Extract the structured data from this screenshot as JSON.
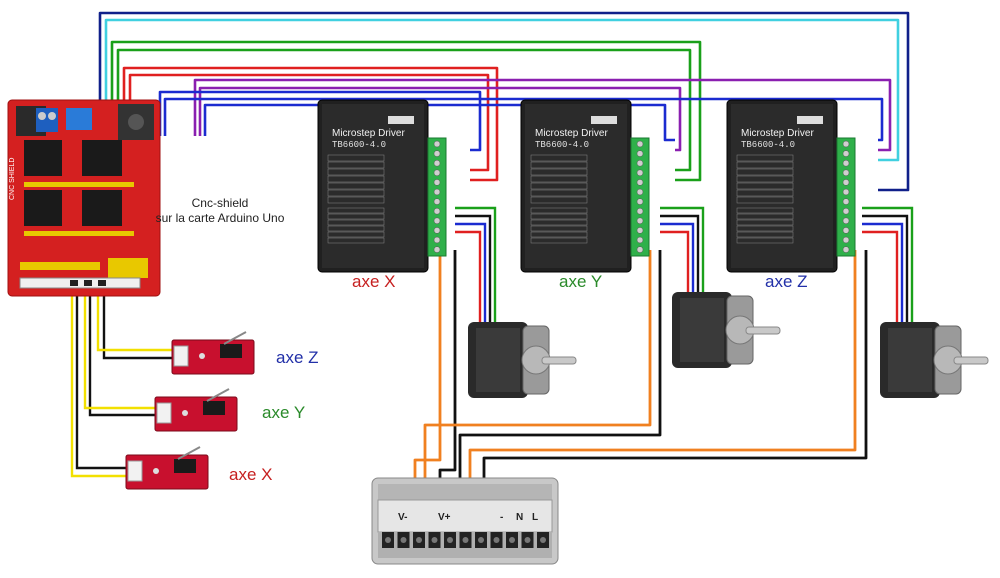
{
  "shield": {
    "caption_line1": "Cnc-shield",
    "caption_line2": "sur la carte Arduino Uno",
    "board_text": "CNC SHIELD",
    "color": "#d42020"
  },
  "drivers": [
    {
      "id": "x",
      "title": "Microstep Driver",
      "model": "TB6600-4.0",
      "axis_label": "axe X",
      "label_color": "#c62020"
    },
    {
      "id": "y",
      "title": "Microstep Driver",
      "model": "TB6600-4.0",
      "axis_label": "axe Y",
      "label_color": "#2a8a2a"
    },
    {
      "id": "z",
      "title": "Microstep Driver",
      "model": "TB6600-4.0",
      "axis_label": "axe Z",
      "label_color": "#2230a8"
    }
  ],
  "endstops": [
    {
      "id": "z",
      "axis_label": "axe Z",
      "label_color": "#2230a8"
    },
    {
      "id": "y",
      "axis_label": "axe Y",
      "label_color": "#2a8a2a"
    },
    {
      "id": "x",
      "axis_label": "axe X",
      "label_color": "#c62020"
    }
  ],
  "power_supply": {
    "terminal_labels": [
      "V-",
      "V+",
      "-",
      "N",
      "L"
    ],
    "case_color": "#c8c8c8"
  },
  "wire_colors": {
    "red": "#e02020",
    "green": "#1aa01a",
    "blue": "#1b2bd0",
    "cyan": "#40d0e0",
    "purple": "#8a1fb0",
    "navy": "#10208a",
    "orange": "#f08020",
    "black": "#111111",
    "yellow": "#f2e000"
  }
}
